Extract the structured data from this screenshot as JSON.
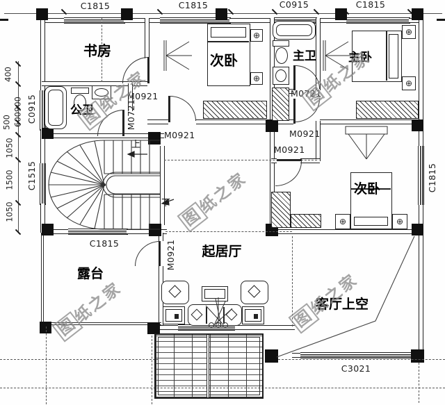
{
  "drawing": {
    "windows": {
      "top": [
        "C1815",
        "C1815",
        "C0915",
        "C1815"
      ],
      "left": [
        "C0915",
        "C1515"
      ],
      "right": "C1815",
      "stair_bottom": "C1815",
      "void_bottom": "C3021"
    },
    "dims": {
      "left": [
        "400",
        "900",
        "600",
        "500",
        "1050",
        "1500",
        "1050"
      ]
    },
    "rooms": {
      "study": "书房",
      "bedroom_top": "次卧",
      "master_bath": "主卫",
      "master_bedroom": "主卧",
      "public_bath": "公卫",
      "bedroom_right": "次卧",
      "living_room": "起居厅",
      "terrace": "露台",
      "living_void": "客厅上空"
    },
    "stairs": {
      "up": "上",
      "down": "下"
    },
    "doors": {
      "study": "M0921",
      "bedroom_top": "M0921",
      "public_bath": "M0721",
      "master_bath": "M0721",
      "hall_a": "M0921",
      "hall_b": "M0921",
      "terrace": "M0921"
    },
    "watermark": {
      "first": "图",
      "rest": "纸之家"
    },
    "symbols": {
      "fixture_cross": "⊕"
    }
  }
}
